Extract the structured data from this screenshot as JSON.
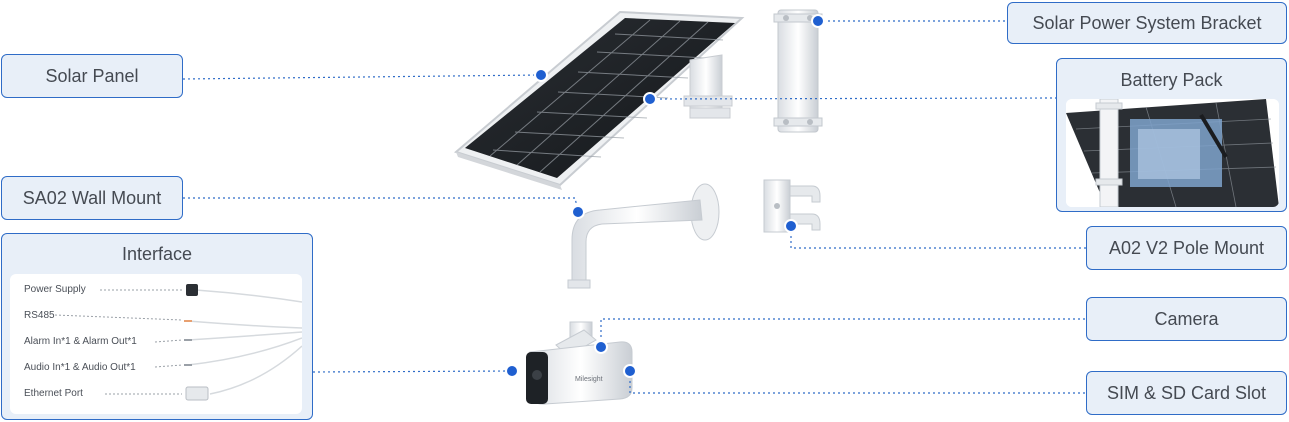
{
  "labels": {
    "solar_panel": "Solar Panel",
    "bracket": "Solar Power System Bracket",
    "battery": "Battery Pack",
    "wall_mount": "SA02 Wall Mount",
    "pole_mount": "A02 V2 Pole Mount",
    "camera": "Camera",
    "sim_slot": "SIM & SD Card Slot",
    "interface": "Interface"
  },
  "interface_rows": [
    "Power Supply",
    "RS485",
    "Alarm In*1 & Alarm Out*1",
    "Audio In*1 & Audio Out*1",
    "Ethernet Port"
  ],
  "camera_brand": "Milesight",
  "colors": {
    "accent": "#2f6cc7",
    "label_bg": "#e8eff8",
    "dot": "#1f5fd0"
  }
}
